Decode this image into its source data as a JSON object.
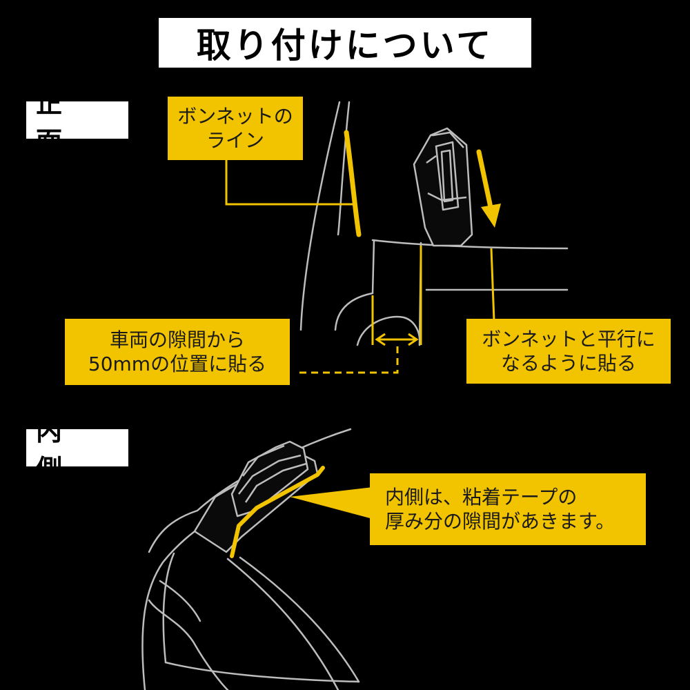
{
  "title": "取り付けについて",
  "sections": {
    "front": {
      "label": "正 面"
    },
    "inside": {
      "label": "内 側"
    }
  },
  "callouts": {
    "bonnet_line": [
      "ボンネットの",
      "ライン"
    ],
    "gap_50mm": [
      "車両の隙間から",
      "50mmの位置に貼る"
    ],
    "parallel": [
      "ボンネットと平行に",
      "なるように貼る"
    ],
    "inside_note": [
      "内側は、粘着テープの",
      "厚み分の隙間があきます。"
    ]
  },
  "colors": {
    "background": "#000000",
    "accent": "#f2c400",
    "line": "#bdbdbd",
    "label_bg": "#ffffff"
  }
}
